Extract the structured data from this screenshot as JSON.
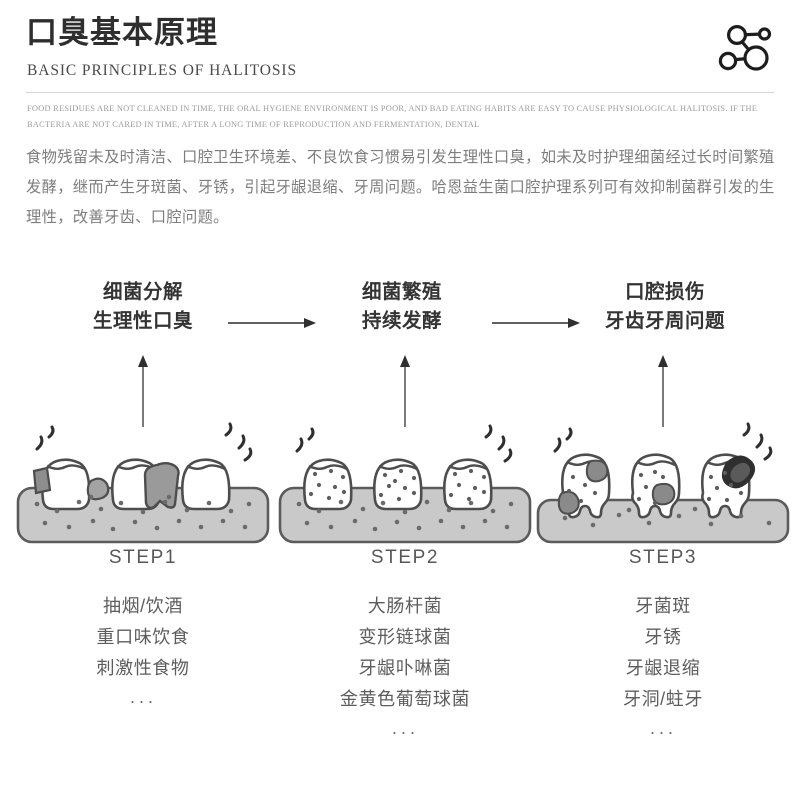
{
  "header": {
    "title": "口臭基本原理",
    "subtitle": "BASIC PRINCIPLES OF HALITOSIS",
    "english_paragraph": "Food residues are not cleaned in time, the oral hygiene environment is poor, and bad eating habits are easy to cause physiological halitosis. If the bacteria are not cared in time, after a long time of reproduction and fermentation, dental",
    "logo_icon": "molecule-network-icon"
  },
  "intro": {
    "paragraph": "食物残留未及时清洁、口腔卫生环境差、不良饮食习惯易引发生理性口臭，如未及时护理细菌经过长时间繁殖发酵，继而产生牙斑菌、牙锈，引起牙龈退缩、牙周问题。哈恩益生菌口腔护理系列可有效抑制菌群引发的生理性，改善牙齿、口腔问题。"
  },
  "flow": {
    "headings": [
      {
        "line1": "细菌分解",
        "line2": "生理性口臭"
      },
      {
        "line1": "细菌繁殖",
        "line2": "持续发酵"
      },
      {
        "line1": "口腔损伤",
        "line2": "牙齿牙周问题"
      }
    ],
    "arrow_icon": "arrow-right-icon",
    "up_arrow_icon": "arrow-up-icon"
  },
  "steps": [
    {
      "label": "STEP1",
      "diagram": "teeth-with-food-residue-icon",
      "items": [
        "抽烟/饮酒",
        "重口味饮食",
        "刺激性食物"
      ],
      "ellipsis": "···"
    },
    {
      "label": "STEP2",
      "diagram": "teeth-with-bacteria-icon",
      "items": [
        "大肠杆菌",
        "变形链球菌",
        "牙龈卟啉菌",
        "金黄色葡萄球菌"
      ],
      "ellipsis": "···"
    },
    {
      "label": "STEP3",
      "diagram": "teeth-with-decay-icon",
      "items": [
        "牙菌斑",
        "牙锈",
        "牙龈退缩",
        "牙洞/蛀牙"
      ],
      "ellipsis": "···"
    }
  ],
  "colors": {
    "background": "#ffffff",
    "title": "#2e2e2e",
    "body_text": "#7d7d7d",
    "english_text": "#9b9b9b",
    "outline": "#4d4d4d",
    "gum": "#c9c9c9",
    "tooth": "#ffffff",
    "debris": "#9a9a9a",
    "cavity": "#3a3a3a",
    "rule": "#d8d8d8"
  }
}
